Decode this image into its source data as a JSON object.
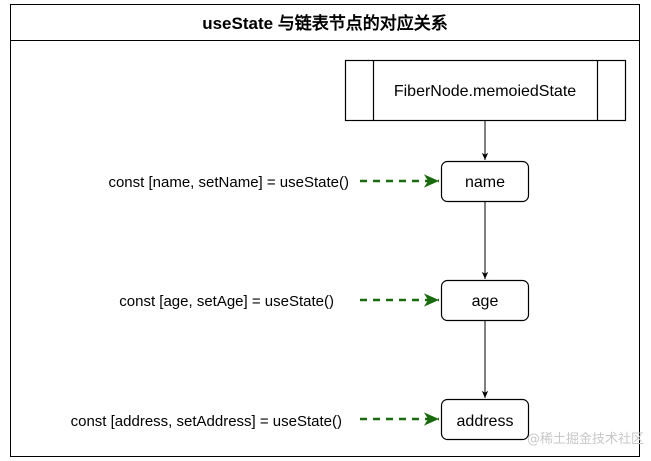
{
  "diagram": {
    "title": "useState 与链表节点的对应关系",
    "head_node": {
      "label": "FiberNode.memoiedState"
    },
    "nodes": [
      {
        "label": "name",
        "code": "const [name, setName] = useState()"
      },
      {
        "label": "age",
        "code": "const [age, setAge] = useState()"
      },
      {
        "label": "address",
        "code": "const [address, setAddress] = useState()"
      }
    ],
    "colors": {
      "border": "#000000",
      "pointer_arrow": "#1a6b0f",
      "watermark": "#c8c8c8"
    }
  },
  "watermark": "@稀土掘金技术社区"
}
